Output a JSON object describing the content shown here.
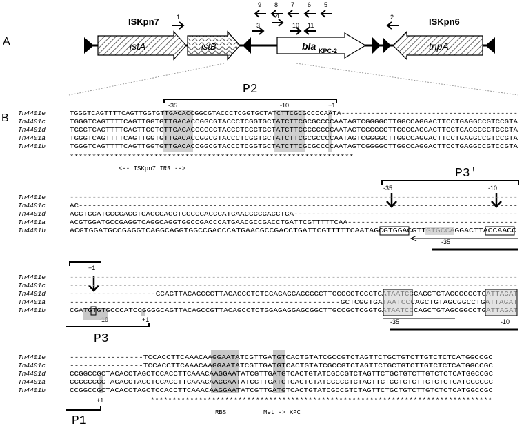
{
  "panel_a": {
    "label": "A",
    "elements": {
      "iskpn7_label": "ISKpn7",
      "istA": "istA",
      "istB": "istB",
      "bla": "bla",
      "bla_sub": "KPC-2",
      "iskpn6_label": "ISKpn6",
      "tnpA": "tnpA"
    },
    "primers": [
      "1",
      "2",
      "3",
      "4",
      "5",
      "6",
      "7",
      "8",
      "9",
      "10",
      "11"
    ]
  },
  "panel_b": {
    "label": "B",
    "promoters": {
      "p2": "P2",
      "p3prime": "P3′",
      "p3": "P3",
      "p1": "P1"
    },
    "block1": {
      "labels": [
        "Tn4401e",
        "Tn4401c",
        "Tn4401d",
        "Tn4401a",
        "Tn4401b"
      ],
      "sequences": [
        "TGGGTCAGTTTTCAGTTGGTGTTGACACCGGCGTACCCTCGGTGCTATCTTCGCGCCCCAATA-----------------------------------------",
        "TGGGTCAGTTTTCAGTTGGTGTTGACACCGGCGTACCCTCGGTGCTATCTTCGCGCCCCAATAGTCGGGGCTTGGCCAGGACTTCCTGAGGCCGTCCGTA",
        "TGGGTCAGTTTTCAGTTGGTGTTGACACCGGCGTACCCTCGGTGCTATCTTCGCGCCCCAATAGTCGGGGCTTGGCCAGGACTTCCTGAGGCCGTCCGTA",
        "TGGGTCAGTTTTCAGTTGGTGTTGACACCGGCGTACCCTCGGTGCTATCTTCGCGCCCCAATAGTCGGGGCTTGGCCAGGACTTCCTGAGGCCGTCCGTA",
        "TGGGTCAGTTTTCAGTTGGTGTTGACACCGGCGTACCCTCGGTGCTATCTTCGCGCCCCAATAGTCGGGGCTTGGCCAGGACTTCCTGAGGCCGTCCGTA"
      ],
      "stars": "****************************************************************",
      "irr": "<-- ISKpn7 IRR -->",
      "m35": "-35",
      "m10": "-10",
      "p1": "+1"
    },
    "block2": {
      "labels": [
        "Tn4401e",
        "Tn4401c",
        "Tn4401d",
        "Tn4401a",
        "Tn4401b"
      ],
      "sequences": [
        "----------------------------------------------------------------------------------------------------",
        "AC--------------------------------------------------------------------------------------------------",
        "ACGTGGATGCCGAGGTCAGGCAGGTGGCCGACCCATGAACGCCGACCTGA--------------------------------------------------",
        "ACGTGGATGCCGAGGTCAGGCAGGTGGCCGACCCATGAACGCCGACCTGATTCGTTTTTCAA--------------------------------------",
        "ACGTGGATGCCGAGGTCAGGCAGGTGGCCGACCCATGAACGCCGACCTGATTCGTTTTTCAATAGCGTGGACGTTGTGCCAGGACTTACCAACC"
      ],
      "m35": "-35",
      "m10": "-10",
      "m35b": "-35"
    },
    "block3": {
      "labels": [
        "Tn4401e",
        "Tn4401c",
        "Tn4401d",
        "Tn4401a",
        "Tn4401b"
      ],
      "sequences": [
        "-----------------------------------------------------------------------------------------------------",
        "-----------------------------------------------------------------------------------------------------",
        "-------------------GCAGTTACAGCCGTTACAGCCTCTGGAGAGGAGCGGCTTGCCGCTCGGTGATAATCCCAGCTGTAGCGGCCTGATTAGAT",
        "----------------------------------------------------------GCTCGGTGATAATCCCAGCTGTAGCGGCCTGATTAGAT",
        "CGATGTGTGCCCATCCGGGGCAGTTACAGCCGTTACAGCCTCTGGAGAGGAGCGGCTTGCCGCTCGGTGATAATCCCAGCTGTAGCGGCCTGATTAGAT"
      ],
      "plus1": "+1",
      "m10": "-10",
      "plus1b": "+1",
      "m35": "-35",
      "m10b": "-10"
    },
    "block4": {
      "labels": [
        "Tn4401e",
        "Tn4401c",
        "Tn4401d",
        "Tn4401a",
        "Tn4401b"
      ],
      "sequences": [
        "----------------TCCACCTTCAAACAAGGAATATCGTTGATGTCACTGTATCGCCGTCTAGTTCTGCTGTCTTGTCTCTCATGGCCGC",
        "----------------TCCACCTTCAAACAAGGAATATCGTTGATGTCACTGTATCGCCGTCTAGTTCTGCTGTCTTGTCTCTCATGGCCGC",
        "CCGGCCGCTACACCTAGCTCCACCTTCAAACAAGGAATATCGTTGATGTCACTGTATCGCCGTCTAGTTCTGCTGTCTTGTCTCTCATGGCCGC",
        "CCGGCCGCTACACCTAGCTCCACCTTCAAACAAGGAATATCGTTGATGTCACTGTATCGCCGTCTAGTTCTGCTGTCTTGTCTCTCATGGCCGC",
        "CCGGCCGCTACACCTAGCTCCACCTTCAAACAAGGAATATCGTTGATGTCACTGTATCGCCGTCTAGTTCTGCTGTCTTGTCTCTCATGGCCGC"
      ],
      "stars": "******************************************************************************",
      "plus1": "+1",
      "rbs": "RBS",
      "met": "Met -> KPC"
    }
  }
}
